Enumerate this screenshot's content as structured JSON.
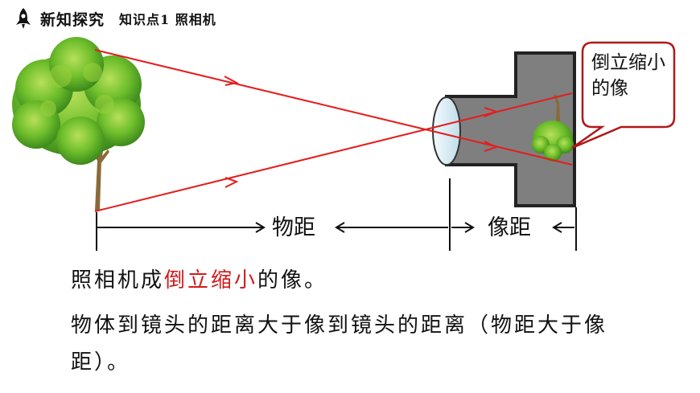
{
  "header": {
    "title": "新知探究",
    "subtitle": "知识点1 照相机",
    "icon": "rocket-icon"
  },
  "diagram": {
    "callout": "倒立缩小的像",
    "object_distance_label": "物距",
    "image_distance_label": "像距",
    "colors": {
      "ray": "#e41e1e",
      "camera_body": "#7f7f7f",
      "lens": "#d6ecf5",
      "callout_border": "#b01818"
    }
  },
  "text": {
    "line1_prefix": "照相机成",
    "line1_highlight": "倒立缩小",
    "line1_suffix": "的像。",
    "line2": "物体到镜头的距离大于像到镜头的距离（物距大于像距）。"
  }
}
